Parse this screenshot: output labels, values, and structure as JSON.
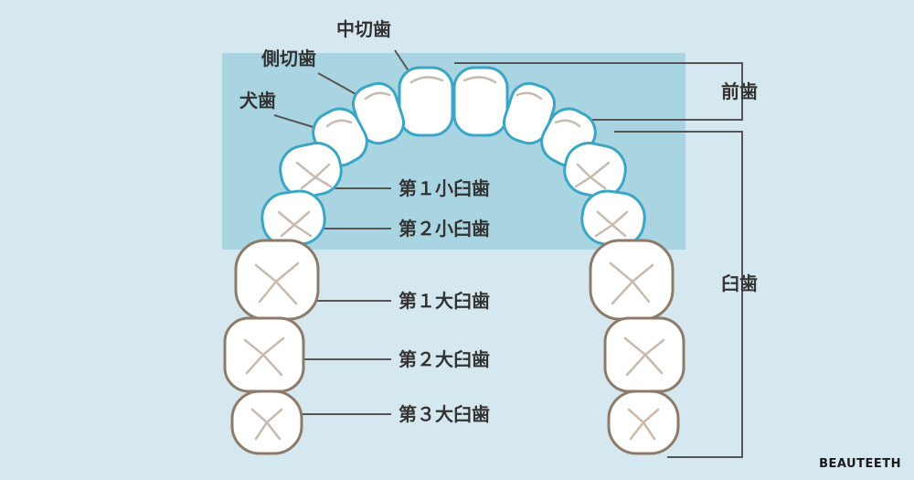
{
  "labels": {
    "central_incisor": "中切歯",
    "lateral_incisor": "側切歯",
    "canine": "犬歯",
    "first_premolar": "第１小臼歯",
    "second_premolar": "第２小臼歯",
    "first_molar": "第１大臼歯",
    "second_molar": "第２大臼歯",
    "third_molar": "第３大臼歯",
    "front_teeth": "前歯",
    "molars": "臼歯"
  },
  "brand": "BEAUTEETH",
  "colors": {
    "background": "#d6e8ef",
    "highlight": "#a9d4e1",
    "front_outline": "#3aa6c4",
    "back_outline": "#8e7a69",
    "tooth_fill": "#ffffff",
    "groove": "#c8bbae",
    "leader": "#555555"
  }
}
